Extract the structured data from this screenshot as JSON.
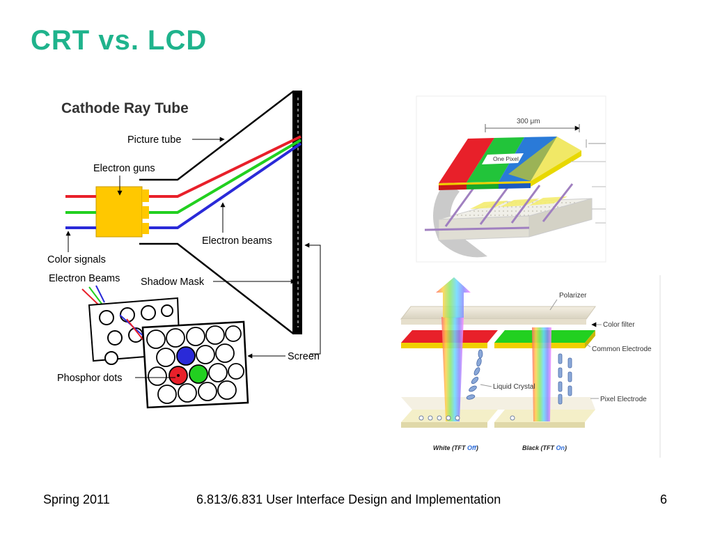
{
  "slide": {
    "title": "CRT vs. LCD"
  },
  "crt": {
    "title": "Cathode Ray Tube",
    "labels": {
      "picture_tube": "Picture tube",
      "electron_guns": "Electron guns",
      "electron_beams": "Electron beams",
      "color_signals": "Color signals",
      "electron_beams_2": "Electron Beams",
      "shadow_mask": "Shadow Mask",
      "screen": "Screen",
      "phosphor_dots": "Phosphor dots"
    }
  },
  "lcd_top": {
    "dimension": "300 μm",
    "pixel_label": "One Pixel"
  },
  "lcd_bottom": {
    "labels": {
      "polarizer": "Polarizer",
      "color_filter": "Color filter",
      "common_electrode": "Common Electrode",
      "liquid_crystal": "Liquid Crystal",
      "pixel_electrode": "Pixel Electrode"
    },
    "captions": {
      "white_prefix": "White (TFT ",
      "white_state": "Off",
      "white_suffix": ")",
      "black_prefix": "Black (TFT ",
      "black_state": "On",
      "black_suffix": ")"
    }
  },
  "colors": {
    "title": "#1fb38c",
    "red": "#e8202a",
    "green": "#22d020",
    "blue": "#2a2ad8",
    "gun": "#ffc800",
    "on_blue": "#2a6ad8"
  },
  "footer": {
    "left": "Spring 2011",
    "center": "6.813/6.831 User Interface Design and Implementation",
    "page": "6"
  }
}
